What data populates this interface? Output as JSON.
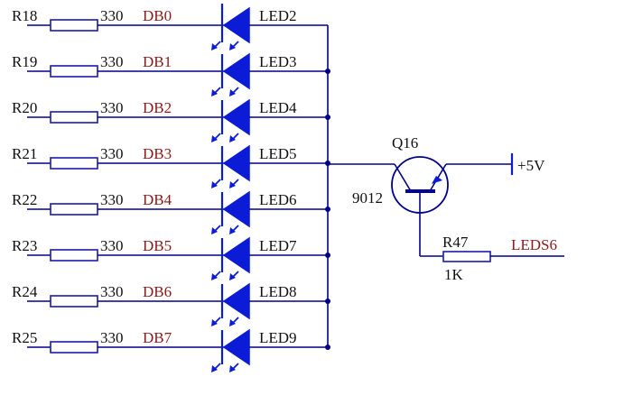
{
  "colors": {
    "wire": "#00008b",
    "led": "#0b1bd6",
    "label_black": "#111111",
    "label_red": "#8b1a1a"
  },
  "channels": [
    {
      "resistor": "R18",
      "value": "330",
      "net": "DB0",
      "led": "LED2"
    },
    {
      "resistor": "R19",
      "value": "330",
      "net": "DB1",
      "led": "LED3"
    },
    {
      "resistor": "R20",
      "value": "330",
      "net": "DB2",
      "led": "LED4"
    },
    {
      "resistor": "R21",
      "value": "330",
      "net": "DB3",
      "led": "LED5"
    },
    {
      "resistor": "R22",
      "value": "330",
      "net": "DB4",
      "led": "LED6"
    },
    {
      "resistor": "R23",
      "value": "330",
      "net": "DB5",
      "led": "LED7"
    },
    {
      "resistor": "R24",
      "value": "330",
      "net": "DB6",
      "led": "LED8"
    },
    {
      "resistor": "R25",
      "value": "330",
      "net": "DB7",
      "led": "LED9"
    }
  ],
  "transistor": {
    "ref": "Q16",
    "part": "9012",
    "icon": "pnp-transistor-icon"
  },
  "supply": {
    "label": "+5V"
  },
  "base_resistor": {
    "ref": "R47",
    "value": "1K"
  },
  "control_net": {
    "label": "LEDS6"
  }
}
